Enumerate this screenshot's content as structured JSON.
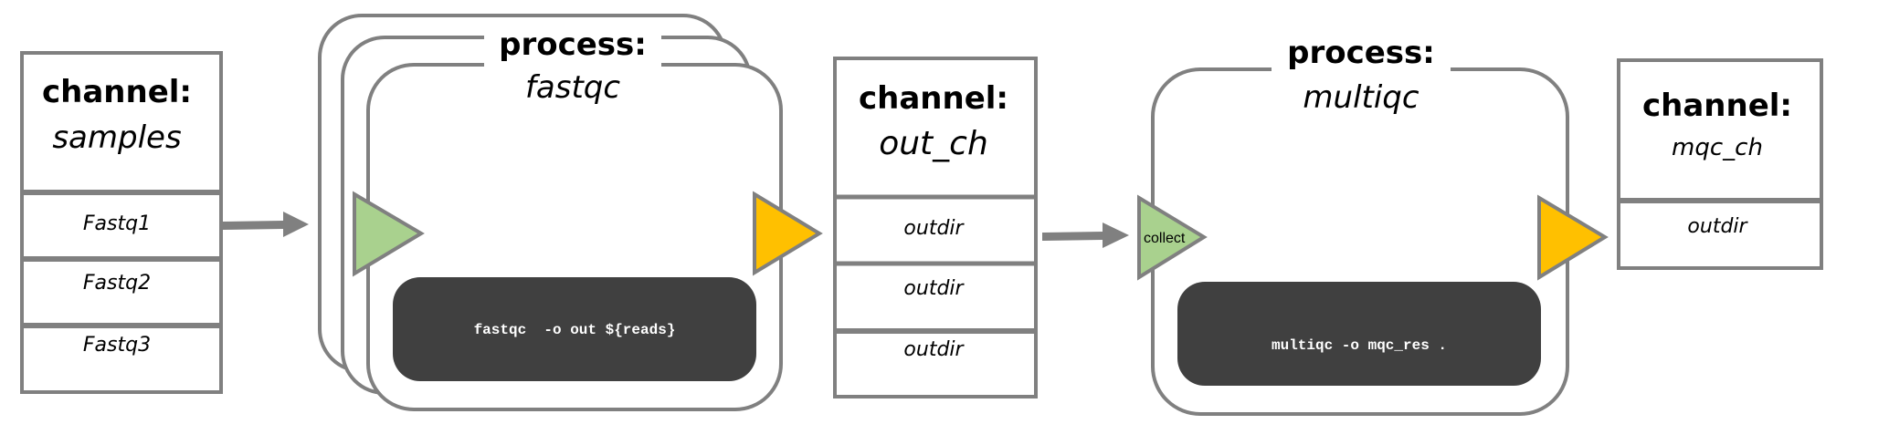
{
  "colors": {
    "border": "#808080",
    "input_port": "#a9d18e",
    "output_port": "#ffc000",
    "code_bg": "#404040",
    "code_text": "#ffffff"
  },
  "channels": [
    {
      "label": "channel:",
      "name": "samples",
      "items": [
        "Fastq1",
        "Fastq2",
        "Fastq3"
      ]
    },
    {
      "label": "channel:",
      "name": "out_ch",
      "items": [
        "outdir",
        "outdir",
        "outdir"
      ]
    },
    {
      "label": "channel:",
      "name": "mqc_ch",
      "items": [
        "outdir"
      ]
    }
  ],
  "processes": [
    {
      "label": "process:",
      "name": "fastqc",
      "command": "fastqc  -o out ${reads}",
      "input_port_label": "",
      "stacked_instances": 3
    },
    {
      "label": "process:",
      "name": "multiqc",
      "command": "multiqc -o mqc_res .",
      "input_port_label": "collect",
      "stacked_instances": 1
    }
  ]
}
